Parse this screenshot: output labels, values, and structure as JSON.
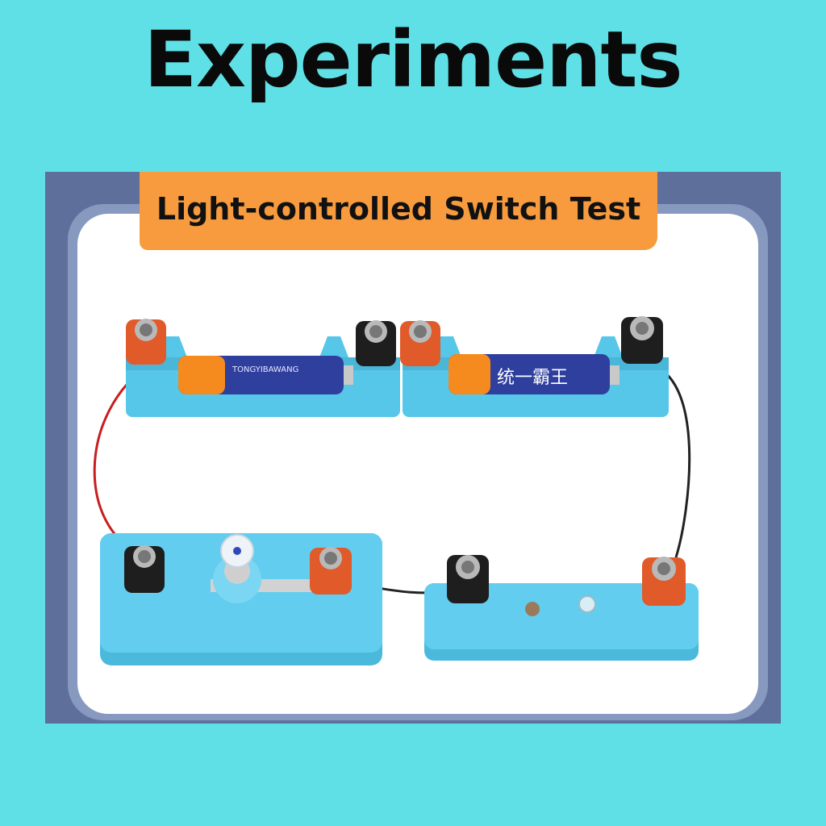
{
  "header": {
    "title": "Experiments"
  },
  "photo": {
    "label": "Light-controlled Switch Test",
    "battery_brand_text": "统一霸王",
    "battery_small_text": "TONGYIBAWANG"
  },
  "colors": {
    "background": "#5fe0e6",
    "frame": "#5e6f9c",
    "label_banner": "#f79b3e",
    "board": "#ffffff",
    "component_base": "#56c7e8"
  }
}
